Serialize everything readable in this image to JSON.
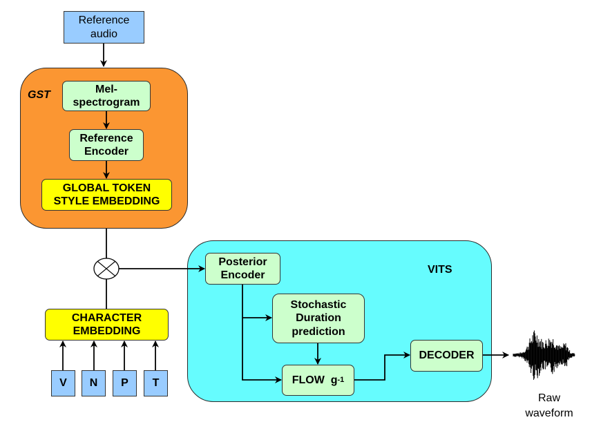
{
  "diagram": {
    "inputs": {
      "reference_audio": {
        "line1": "Reference",
        "line2": "audio"
      },
      "phoneme_inputs": [
        "V",
        "N",
        "P",
        "T"
      ]
    },
    "gst": {
      "label": "GST",
      "mel": {
        "line1": "Mel-",
        "line2": "spectrogram"
      },
      "ref_encoder": {
        "line1": "Reference",
        "line2": "Encoder"
      },
      "global_token": {
        "line1": "GLOBAL TOKEN",
        "line2": "STYLE EMBEDDING"
      }
    },
    "character_embedding": {
      "line1": "CHARACTER",
      "line2": "EMBEDDING"
    },
    "combine_operator": "multiply-circle",
    "vits": {
      "label": "VITS",
      "posterior_encoder": {
        "line1": "Posterior",
        "line2": "Encoder"
      },
      "stochastic_duration": {
        "line1": "Stochastic",
        "line2": "Duration",
        "line3": "prediction"
      },
      "flow": {
        "text": "FLOW  g",
        "superscript": "-1"
      },
      "decoder": {
        "text": "DECODER"
      }
    },
    "output": {
      "line1": "Raw",
      "line2": "waveform",
      "icon": "waveform-icon"
    },
    "colors": {
      "gst_bg": "#fb9632",
      "vits_bg": "#66fcfe",
      "module_green": "#ccffcc",
      "embedding_yellow": "#ffff00",
      "input_blue": "#99ccff"
    },
    "edges": [
      [
        "reference_audio",
        "gst"
      ],
      [
        "mel",
        "ref_encoder"
      ],
      [
        "ref_encoder",
        "global_token"
      ],
      [
        "global_token",
        "combine_operator"
      ],
      [
        "character_embedding",
        "combine_operator"
      ],
      [
        "V",
        "character_embedding"
      ],
      [
        "N",
        "character_embedding"
      ],
      [
        "P",
        "character_embedding"
      ],
      [
        "T",
        "character_embedding"
      ],
      [
        "combine_operator",
        "posterior_encoder"
      ],
      [
        "posterior_encoder",
        "stochastic_duration"
      ],
      [
        "posterior_encoder",
        "flow"
      ],
      [
        "stochastic_duration",
        "flow"
      ],
      [
        "flow",
        "decoder"
      ],
      [
        "decoder",
        "output"
      ]
    ]
  }
}
